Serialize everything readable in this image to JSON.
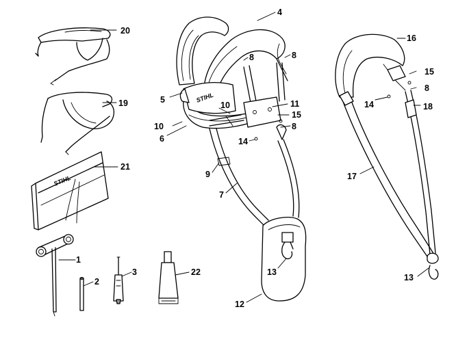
{
  "brand_mark": "STIHL",
  "callouts": {
    "c1": "1",
    "c2": "2",
    "c3": "3",
    "c4": "4",
    "c5": "5",
    "c6": "6",
    "c7": "7",
    "c8a": "8",
    "c8b": "8",
    "c8c": "8",
    "c8d": "8",
    "c9": "9",
    "c10a": "10",
    "c10b": "10",
    "c11": "11",
    "c12": "12",
    "c13a": "13",
    "c13b": "13",
    "c14a": "14",
    "c14b": "14",
    "c15a": "15",
    "c15b": "15",
    "c16": "16",
    "c17": "17",
    "c18": "18",
    "c19": "19",
    "c20": "20",
    "c21": "21",
    "c22": "22"
  }
}
